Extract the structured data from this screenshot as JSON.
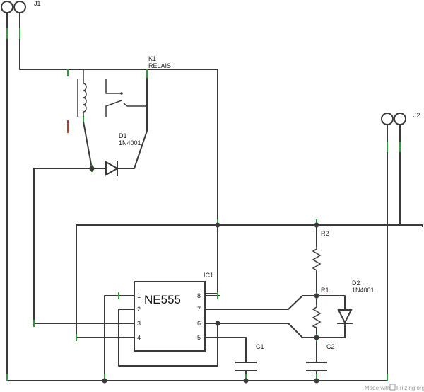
{
  "connectors": {
    "j1": "J1",
    "j2": "J2"
  },
  "relay": {
    "ref": "K1",
    "value": "RELAIS"
  },
  "diode1": {
    "ref": "D1",
    "value": "1N4001"
  },
  "diode2": {
    "ref": "D2",
    "value": "1N4001"
  },
  "ic": {
    "ref": "IC1",
    "name": "NE555",
    "pins": {
      "p1": "1",
      "p2": "2",
      "p3": "3",
      "p4": "4",
      "p5": "5",
      "p6": "6",
      "p7": "7",
      "p8": "8"
    }
  },
  "resistors": {
    "r1": "R1",
    "r2": "R2"
  },
  "capacitors": {
    "c1": "C1",
    "c2": "C2"
  },
  "footer": {
    "made_with": "Made with",
    "brand": "Fritzing.org"
  }
}
